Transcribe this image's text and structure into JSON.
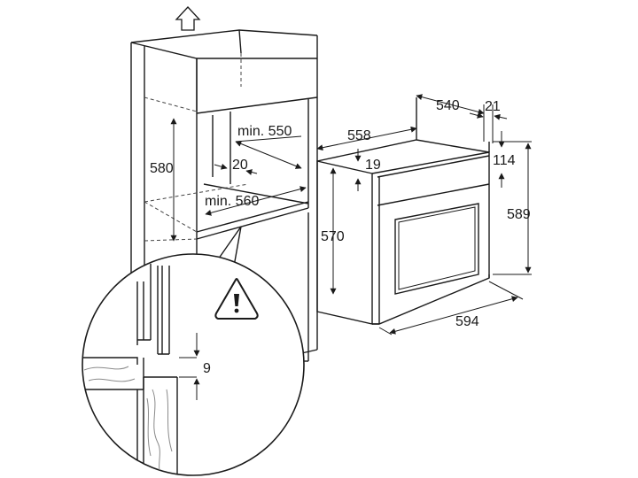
{
  "dimensions": {
    "cab_min_550": "min. 550",
    "cab_580": "580",
    "cab_20": "20",
    "cab_min_560": "min. 560",
    "gap_9": "9",
    "oven_558": "558",
    "oven_540": "540",
    "oven_21": "21",
    "oven_19": "19",
    "oven_114": "114",
    "oven_570": "570",
    "oven_589": "589",
    "oven_594": "594"
  },
  "icons": {
    "warning": "warning-triangle-icon",
    "ventilation": "upward-arrow-icon"
  }
}
